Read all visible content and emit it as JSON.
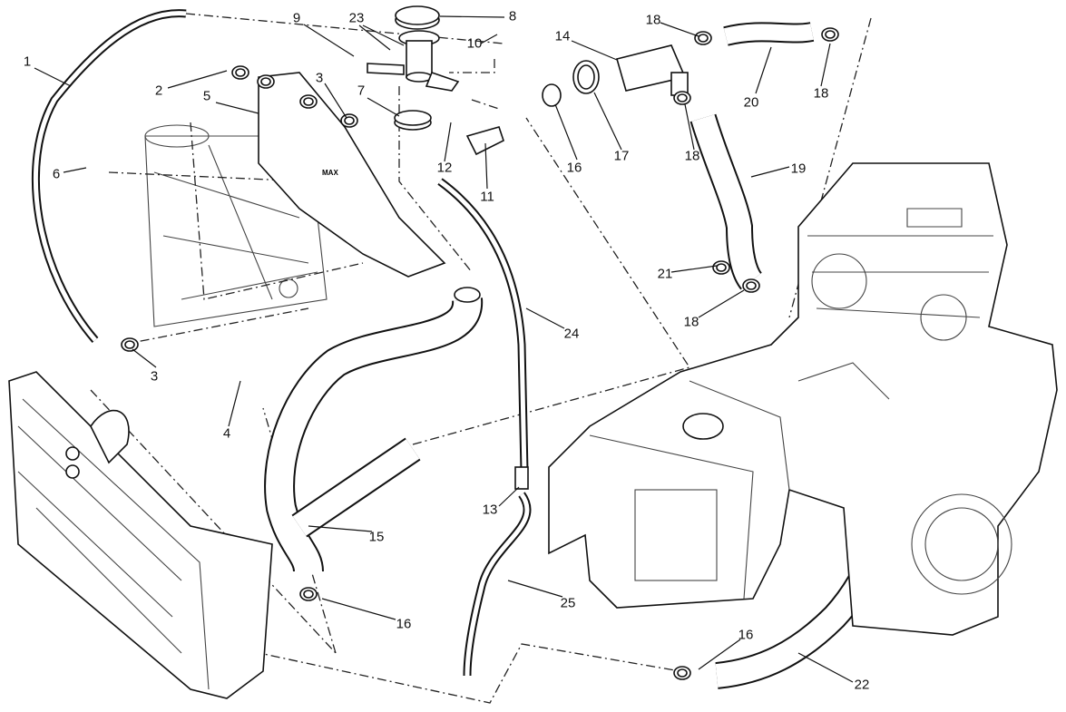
{
  "diagram": {
    "title_text": "",
    "part_labels": [
      "1",
      "2",
      "3",
      "3",
      "4",
      "5",
      "6",
      "7",
      "8",
      "9",
      "10",
      "11",
      "12",
      "13",
      "14",
      "15",
      "16",
      "16",
      "16",
      "17",
      "18",
      "18",
      "18",
      "18",
      "19",
      "20",
      "21",
      "22",
      "23",
      "24",
      "25"
    ],
    "tank_marking": "MAX"
  }
}
